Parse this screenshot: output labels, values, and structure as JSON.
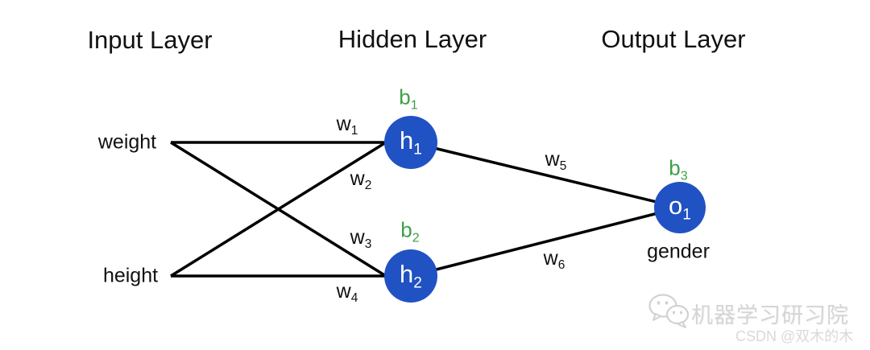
{
  "headers": {
    "input": "Input Layer",
    "hidden": "Hidden Layer",
    "output": "Output Layer"
  },
  "inputs": {
    "weight": "weight",
    "height": "height"
  },
  "nodes": {
    "h1": {
      "base": "h",
      "sub": "1"
    },
    "h2": {
      "base": "h",
      "sub": "2"
    },
    "o1": {
      "base": "o",
      "sub": "1"
    }
  },
  "biases": {
    "b1": {
      "base": "b",
      "sub": "1"
    },
    "b2": {
      "base": "b",
      "sub": "2"
    },
    "b3": {
      "base": "b",
      "sub": "3"
    }
  },
  "weights": {
    "w1": {
      "base": "w",
      "sub": "1"
    },
    "w2": {
      "base": "w",
      "sub": "2"
    },
    "w3": {
      "base": "w",
      "sub": "3"
    },
    "w4": {
      "base": "w",
      "sub": "4"
    },
    "w5": {
      "base": "w",
      "sub": "5"
    },
    "w6": {
      "base": "w",
      "sub": "6"
    }
  },
  "output_label": "gender",
  "watermark": {
    "brand": "机器学习研习院",
    "credit": "CSDN @双木的木",
    "icon": "wechat-bubbles-icon"
  },
  "colors": {
    "node_fill": "#2152c3",
    "node_text": "#ffffff",
    "bias_green": "#3fa047",
    "edge_black": "#000000",
    "text_black": "#111111",
    "watermark_gray": "#d5d5d5"
  }
}
